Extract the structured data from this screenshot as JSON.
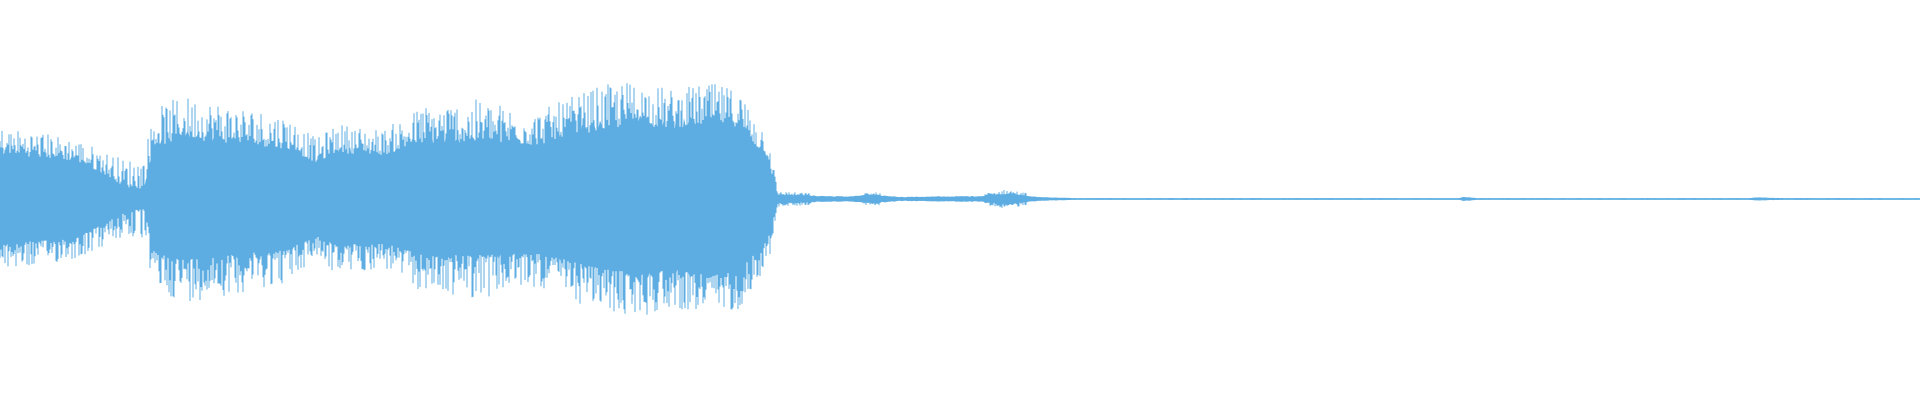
{
  "waveform": {
    "color": "#5dade2",
    "background": "#ffffff",
    "envelope": [
      [
        0.0,
        0.36,
        0.22
      ],
      [
        0.02,
        0.34,
        0.21
      ],
      [
        0.04,
        0.3,
        0.19
      ],
      [
        0.055,
        0.24,
        0.12
      ],
      [
        0.065,
        0.2,
        0.06
      ],
      [
        0.075,
        0.22,
        0.05
      ],
      [
        0.08,
        0.45,
        0.26
      ],
      [
        0.095,
        0.52,
        0.3
      ],
      [
        0.12,
        0.48,
        0.28
      ],
      [
        0.15,
        0.42,
        0.25
      ],
      [
        0.165,
        0.3,
        0.18
      ],
      [
        0.175,
        0.38,
        0.23
      ],
      [
        0.2,
        0.35,
        0.22
      ],
      [
        0.22,
        0.47,
        0.28
      ],
      [
        0.25,
        0.5,
        0.28
      ],
      [
        0.28,
        0.44,
        0.27
      ],
      [
        0.31,
        0.56,
        0.34
      ],
      [
        0.33,
        0.6,
        0.37
      ],
      [
        0.35,
        0.55,
        0.35
      ],
      [
        0.37,
        0.58,
        0.38
      ],
      [
        0.385,
        0.55,
        0.36
      ],
      [
        0.395,
        0.4,
        0.25
      ],
      [
        0.4,
        0.35,
        0.2
      ],
      [
        0.405,
        0.04,
        0.02
      ],
      [
        0.44,
        0.02,
        0.012
      ],
      [
        0.455,
        0.035,
        0.02
      ],
      [
        0.47,
        0.015,
        0.01
      ],
      [
        0.49,
        0.02,
        0.012
      ],
      [
        0.51,
        0.025,
        0.014
      ],
      [
        0.525,
        0.05,
        0.025
      ],
      [
        0.54,
        0.02,
        0.01
      ],
      [
        0.56,
        0.006,
        0.004
      ],
      [
        0.76,
        0.006,
        0.004
      ],
      [
        0.762,
        0.018,
        0.01
      ],
      [
        0.77,
        0.006,
        0.004
      ],
      [
        0.91,
        0.006,
        0.004
      ],
      [
        0.915,
        0.014,
        0.008
      ],
      [
        0.93,
        0.006,
        0.004
      ],
      [
        1.0,
        0.005,
        0.004
      ]
    ]
  }
}
